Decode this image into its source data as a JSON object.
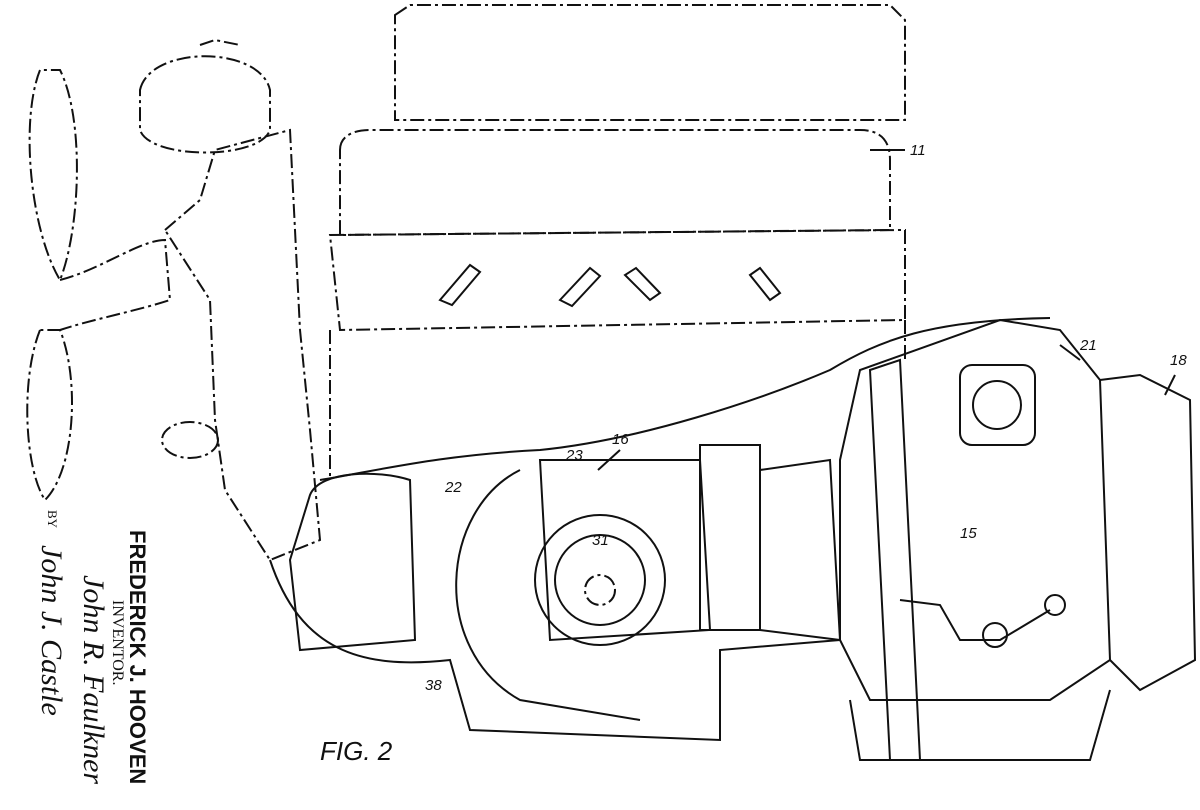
{
  "figure": {
    "caption": "FIG. 2",
    "reference_numerals": [
      "11",
      "21",
      "18",
      "16",
      "23",
      "22",
      "31",
      "15",
      "38"
    ]
  },
  "inventor": {
    "name": "FREDERICK J. HOOVEN",
    "label": "INVENTOR.",
    "by": "BY",
    "signatures": [
      "John R. Faulkner",
      "John J. Castle"
    ]
  }
}
